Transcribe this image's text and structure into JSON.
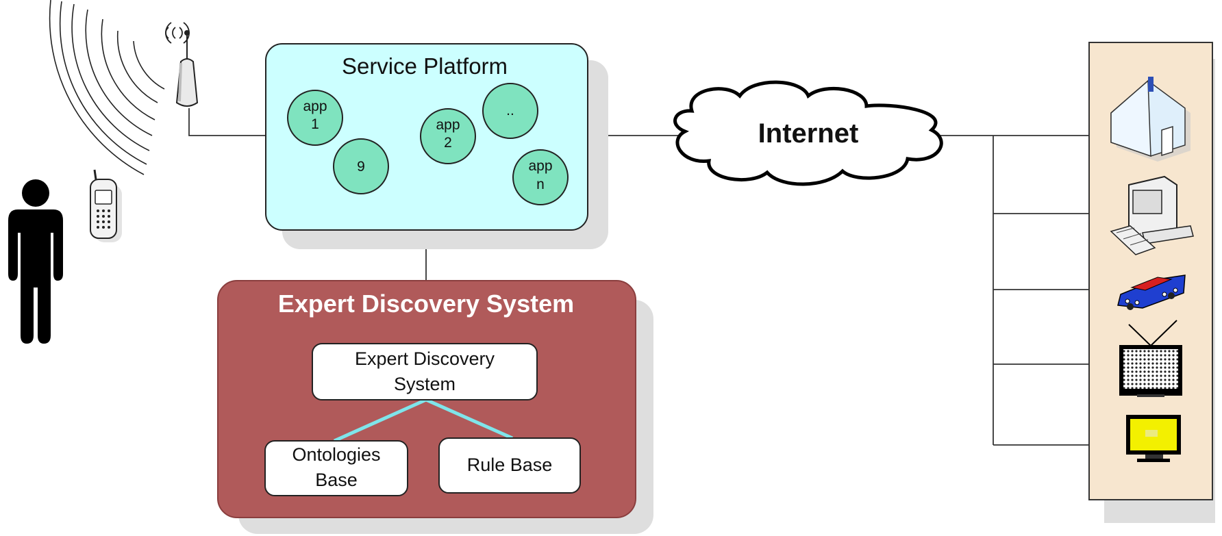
{
  "service_platform": {
    "title": "Service Platform",
    "apps": [
      {
        "line1": "app",
        "line2": "1"
      },
      {
        "line1": "9",
        "line2": ""
      },
      {
        "line1": "app",
        "line2": "2"
      },
      {
        "line1": "..",
        "line2": ""
      },
      {
        "line1": "app",
        "line2": "n"
      }
    ]
  },
  "internet": {
    "label": "Internet"
  },
  "expert_discovery": {
    "title": "Expert Discovery System",
    "core": {
      "line1": "Expert Discovery",
      "line2": "System"
    },
    "ontologies": {
      "line1": "Ontologies",
      "line2": "Base"
    },
    "rules": {
      "line1": "Rule Base"
    }
  },
  "devices": [
    "house-icon",
    "computer-icon",
    "car-icon",
    "tv-icon",
    "monitor-icon"
  ],
  "icons": [
    "antenna-icon",
    "wireless-signal-icon",
    "person-icon",
    "mobile-phone-icon",
    "cloud-icon"
  ],
  "colors": {
    "platform_fill": "#ccffff",
    "app_fill": "#7fe3bf",
    "expert_fill": "#b05a5a",
    "device_panel": "#f7e6cf",
    "connector": "#7fe5ea"
  }
}
